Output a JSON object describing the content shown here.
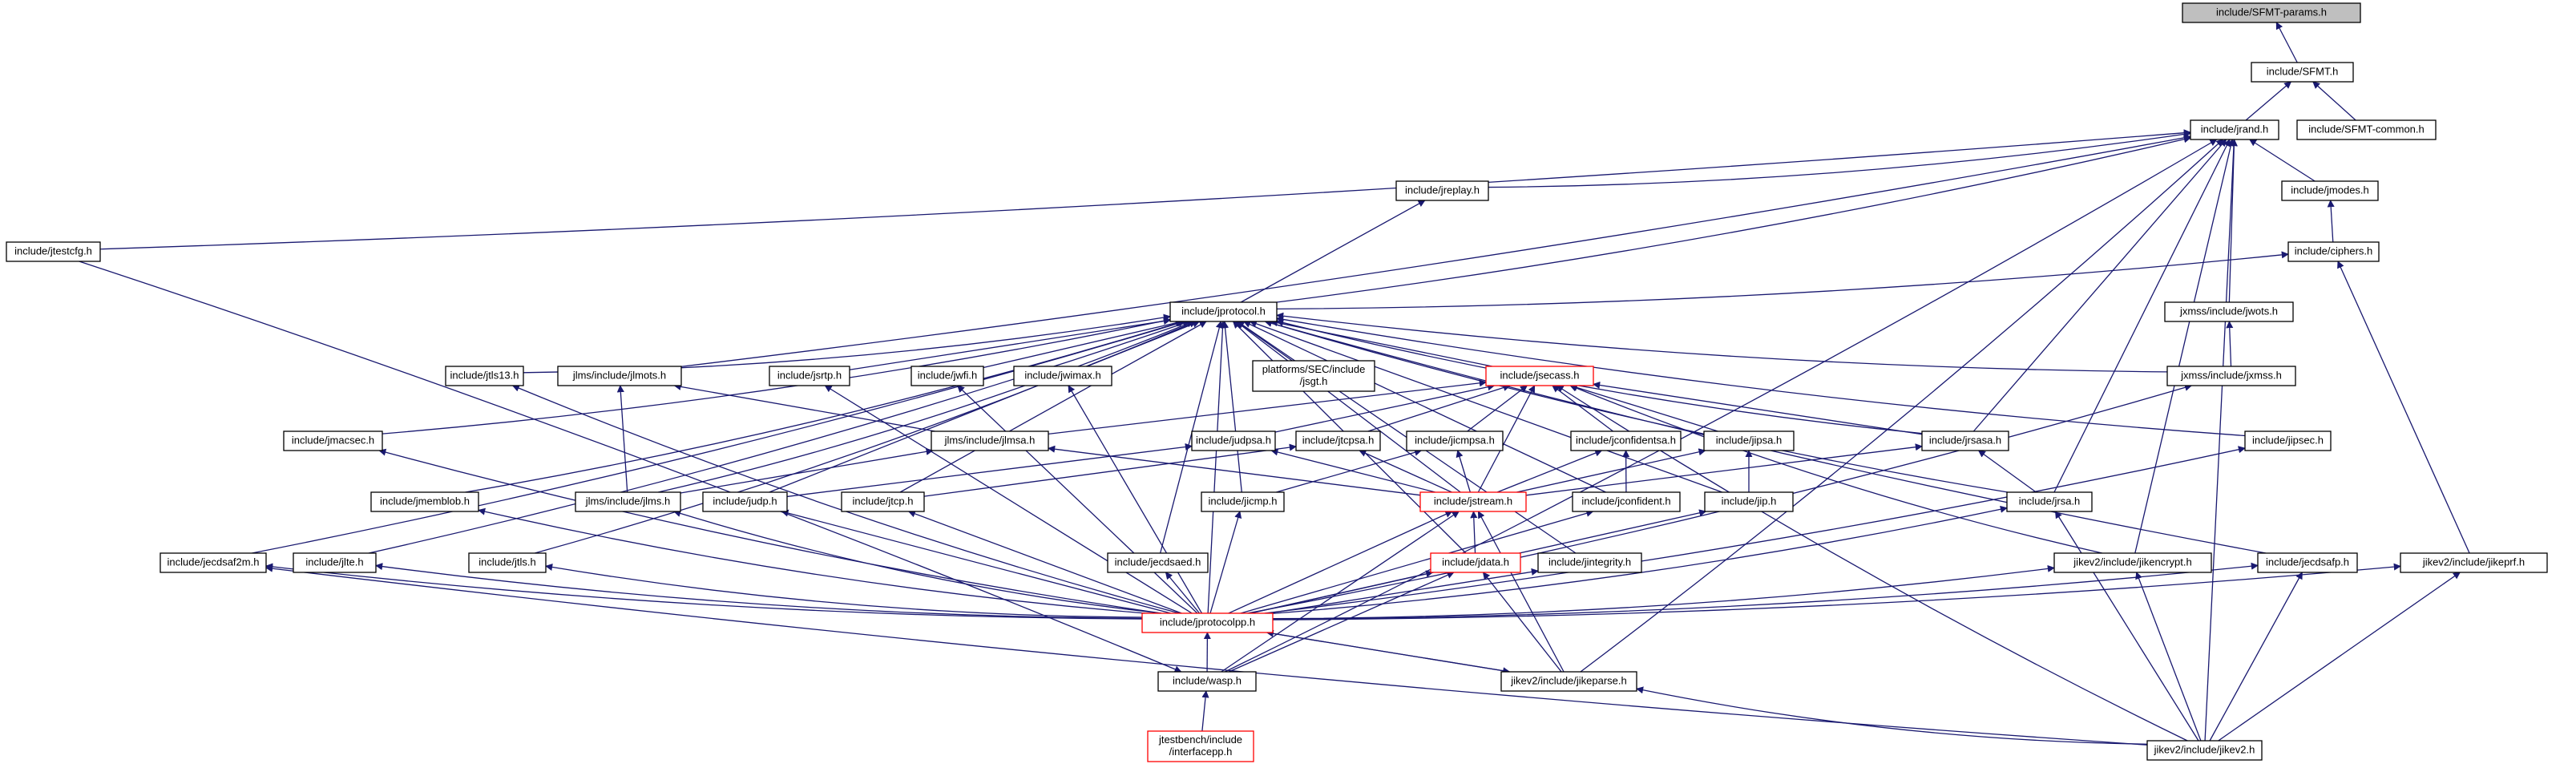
{
  "graph": {
    "nodes": {
      "sfmt_params": "include/SFMT-params.h",
      "sfmt": "include/SFMT.h",
      "sfmt_common": "include/SFMT-common.h",
      "jrand": "include/jrand.h",
      "jreplay": "include/jreplay.h",
      "jmodes": "include/jmodes.h",
      "jtestcfg": "include/jtestcfg.h",
      "ciphers": "include/ciphers.h",
      "jprotocol": "include/jprotocol.h",
      "jwots": "jxmss/include/jwots.h",
      "jtls13": "include/jtls13.h",
      "jlmots": "jlms/include/jlmots.h",
      "jsrtp": "include/jsrtp.h",
      "jwfi": "include/jwfi.h",
      "jwimax": "include/jwimax.h",
      "jsgt": "platforms/SEC/include\n/jsgt.h",
      "jsecass": "include/jsecass.h",
      "jxmss": "jxmss/include/jxmss.h",
      "jmacsec": "include/jmacsec.h",
      "jlmsa": "jlms/include/jlmsa.h",
      "judpsa": "include/judpsa.h",
      "jtcpsa": "include/jtcpsa.h",
      "jicmpsa": "include/jicmpsa.h",
      "jconfidentsa": "include/jconfidentsa.h",
      "jipsa": "include/jipsa.h",
      "jrsasa": "include/jrsasa.h",
      "jipsec": "include/jipsec.h",
      "jmemblob": "include/jmemblob.h",
      "jlms": "jlms/include/jlms.h",
      "judp": "include/judp.h",
      "jtcp": "include/jtcp.h",
      "jicmp": "include/jicmp.h",
      "jstream": "include/jstream.h",
      "jconfident": "include/jconfident.h",
      "jip": "include/jip.h",
      "jrsa": "include/jrsa.h",
      "jecdsaf2m": "include/jecdsaf2m.h",
      "jlte": "include/jlte.h",
      "jtls": "include/jtls.h",
      "jecdsaed": "include/jecdsaed.h",
      "jdata": "include/jdata.h",
      "jintegrity": "include/jintegrity.h",
      "jikencrypt": "jikev2/include/jikencrypt.h",
      "jecdsafp": "include/jecdsafp.h",
      "jikeprf": "jikev2/include/jikeprf.h",
      "jprotocolpp": "include/jprotocolpp.h",
      "wasp": "include/wasp.h",
      "jikeparse": "jikev2/include/jikeparse.h",
      "interfacepp": "jtestbench/include\n/interfacepp.h",
      "jikev2": "jikev2/include/jikev2.h"
    },
    "colors": {
      "edge": "#191970",
      "border": "#000000",
      "highlight_border": "#ff0000",
      "root_fill": "#bfbfbf"
    }
  }
}
